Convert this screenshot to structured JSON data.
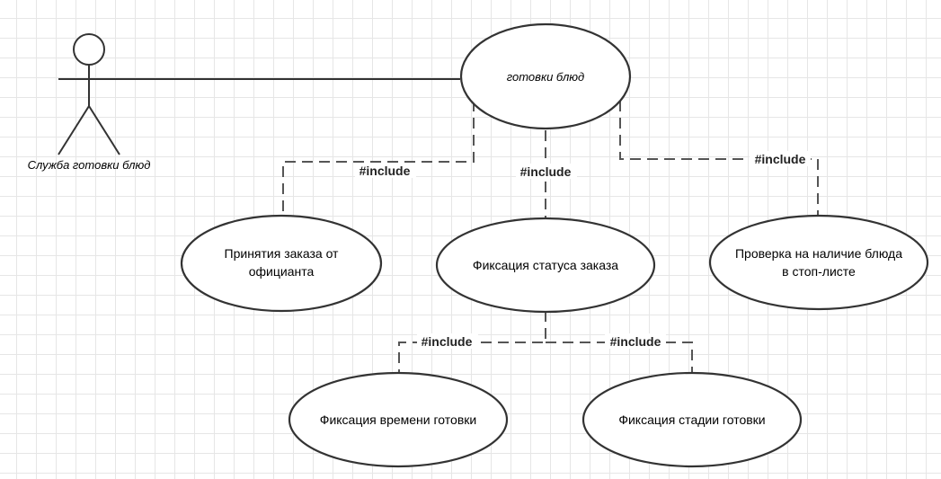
{
  "actor": {
    "name": "Служба готовки блюд"
  },
  "use_cases": {
    "main": "готовки блюд",
    "accept_order_line1": "Принятия заказа от",
    "accept_order_line2": "официанта",
    "status": "Фиксация статуса заказа",
    "stop_list_line1": "Проверка на наличие блюда",
    "stop_list_line2": "в стоп-листе",
    "time": "Фиксация времени готовки",
    "stage": "Фиксация стадии готовки"
  },
  "relations": {
    "include_accept": "#include",
    "include_status": "#include",
    "include_stop_list": "#include",
    "include_time": "#include",
    "include_stage": "#include"
  },
  "colors": {
    "line": "#333333",
    "grid": "#e6e6e6",
    "background": "#ffffff"
  }
}
